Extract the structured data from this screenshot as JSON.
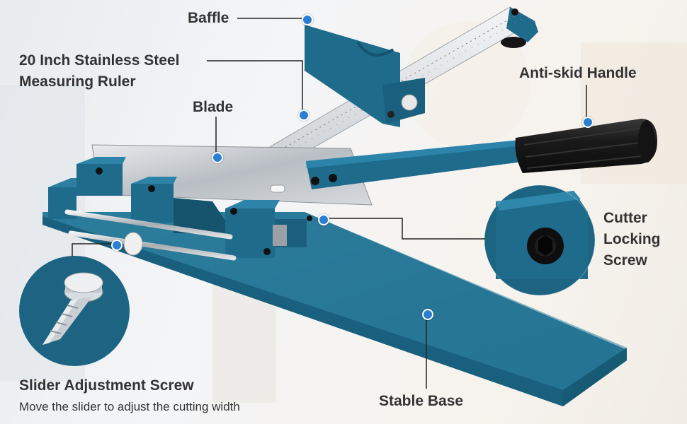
{
  "labels": {
    "baffle": "Baffle",
    "ruler_line1": "20 Inch Stainless Steel",
    "ruler_line2": "Measuring Ruler",
    "blade": "Blade",
    "handle": "Anti-skid Handle",
    "locking_line1": "Cutter",
    "locking_line2": "Locking",
    "locking_line3": "Screw",
    "slider_title": "Slider Adjustment Screw",
    "slider_caption": "Move the slider to adjust the cutting width",
    "base": "Stable Base"
  },
  "colors": {
    "body_blue": "#1f6b8c",
    "dark_blue": "#16536d",
    "marker_blue": "#2a7fd0",
    "text": "#333333",
    "steel": "#cfd3d7",
    "handle_black": "#1b1b1b"
  }
}
